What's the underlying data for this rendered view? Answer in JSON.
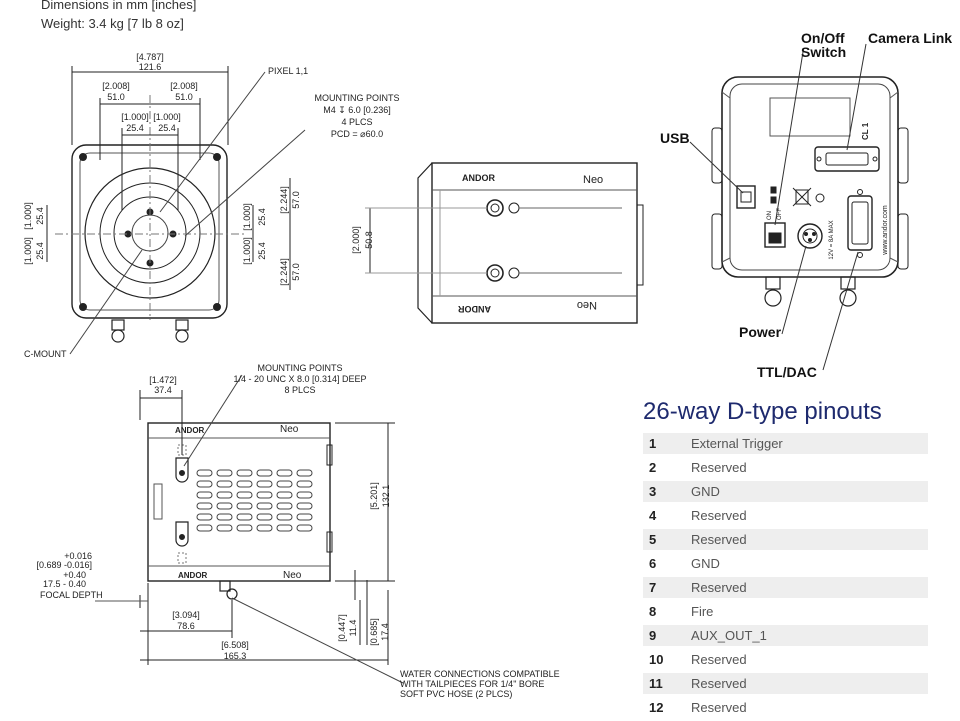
{
  "header": {
    "dimensions": "Dimensions in mm [inches]",
    "weight": "Weight: 3.4 kg [7 lb 8 oz]"
  },
  "front_view": {
    "width_in": "[4.787]",
    "width_mm": "121.6",
    "half_in_l": "[2.008]",
    "half_mm_l": "51.0",
    "half_in_r": "[2.008]",
    "half_mm_r": "51.0",
    "quarter_in_l": "[1.000]",
    "quarter_mm_l": "25.4",
    "quarter_in_r": "[1.000]",
    "quarter_mm_r": "25.4",
    "pixel_label": "PIXEL 1,1",
    "mount_title": "MOUNTING POINTS",
    "mount_spec": "M4 ↧ 6.0 [0.236]",
    "mount_count": "4 PLCS",
    "mount_pcd": "PCD = ⌀60.0",
    "cmount": "C-MOUNT",
    "left_up_in": "[1.000]",
    "left_up_mm": "25.4",
    "left_dn_in": "[1.000]",
    "left_dn_mm": "25.4",
    "inner_up_in": "[1.000]",
    "inner_up_mm": "25.4",
    "inner_dn_in": "[1.000]",
    "inner_dn_mm": "25.4",
    "right_up_in": "[2.244]",
    "right_up_mm": "57.0",
    "right_dn_in": "[2.244]",
    "right_dn_mm": "57.0"
  },
  "top_view": {
    "brand": "ANDOR",
    "product": "Neo",
    "height_in": "[2.000]",
    "height_mm": "50.8"
  },
  "side_view": {
    "offset_in": "[1.472]",
    "offset_mm": "37.4",
    "mount_title": "MOUNTING POINTS",
    "mount_spec": "1/4 - 20 UNC X 8.0 [0.314] DEEP",
    "mount_count": "8 PLCS",
    "brand": "ANDOR",
    "product": "Neo",
    "height_in": "[5.201]",
    "height_mm": "132.1",
    "tol_in_plus": "+0.016",
    "tol_in_base": "[0.689 -0.016]",
    "tol_mm_plus": "+0.40",
    "tol_mm_base": "17.5 - 0.40",
    "focal_depth": "FOCAL DEPTH",
    "len1_in": "[3.094]",
    "len1_mm": "78.6",
    "len2_in": "[6.508]",
    "len2_mm": "165.3",
    "small1_in": "[0.447]",
    "small1_mm": "11.4",
    "small2_in": "[0.685]",
    "small2_mm": "17.4",
    "water_note_1": "WATER CONNECTIONS COMPATIBLE",
    "water_note_2": "WITH TAILPIECES FOR 1/4\" BORE",
    "water_note_3": "SOFT PVC HOSE (2 PLCS)"
  },
  "rear_panel": {
    "on_off_1": "On/Off",
    "on_off_2": "Switch",
    "camera_link": "Camera Link",
    "usb": "USB",
    "power": "Power",
    "ttl": "TTL/DAC",
    "cl1": "CL 1",
    "site": "www.andor.com",
    "rating": "12V = 8A MAX",
    "on_txt": "ON",
    "off_txt": "OFF"
  },
  "pinouts": {
    "title": "26-way D-type pinouts",
    "rows": [
      {
        "n": "1",
        "signal": "External Trigger"
      },
      {
        "n": "2",
        "signal": "Reserved"
      },
      {
        "n": "3",
        "signal": "GND"
      },
      {
        "n": "4",
        "signal": "Reserved"
      },
      {
        "n": "5",
        "signal": "Reserved"
      },
      {
        "n": "6",
        "signal": "GND"
      },
      {
        "n": "7",
        "signal": "Reserved"
      },
      {
        "n": "8",
        "signal": "Fire"
      },
      {
        "n": "9",
        "signal": "AUX_OUT_1"
      },
      {
        "n": "10",
        "signal": "Reserved"
      },
      {
        "n": "11",
        "signal": "Reserved"
      },
      {
        "n": "12",
        "signal": "Reserved"
      }
    ]
  }
}
